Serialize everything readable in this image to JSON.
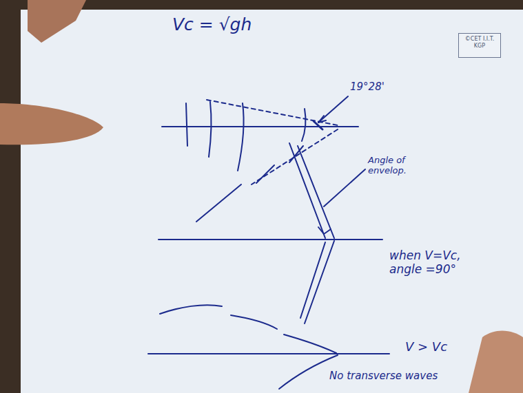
{
  "diagram": {
    "nodes": [
      {
        "text": [
          "©CET I.I.T. KGP"
        ]
      }
    ],
    "labels": [
      "Vc = √gh",
      "19°28'",
      "Angle of envelop.",
      "when V=Vc, angle =90°",
      "V > Vc",
      "No transverse waves"
    ]
  }
}
